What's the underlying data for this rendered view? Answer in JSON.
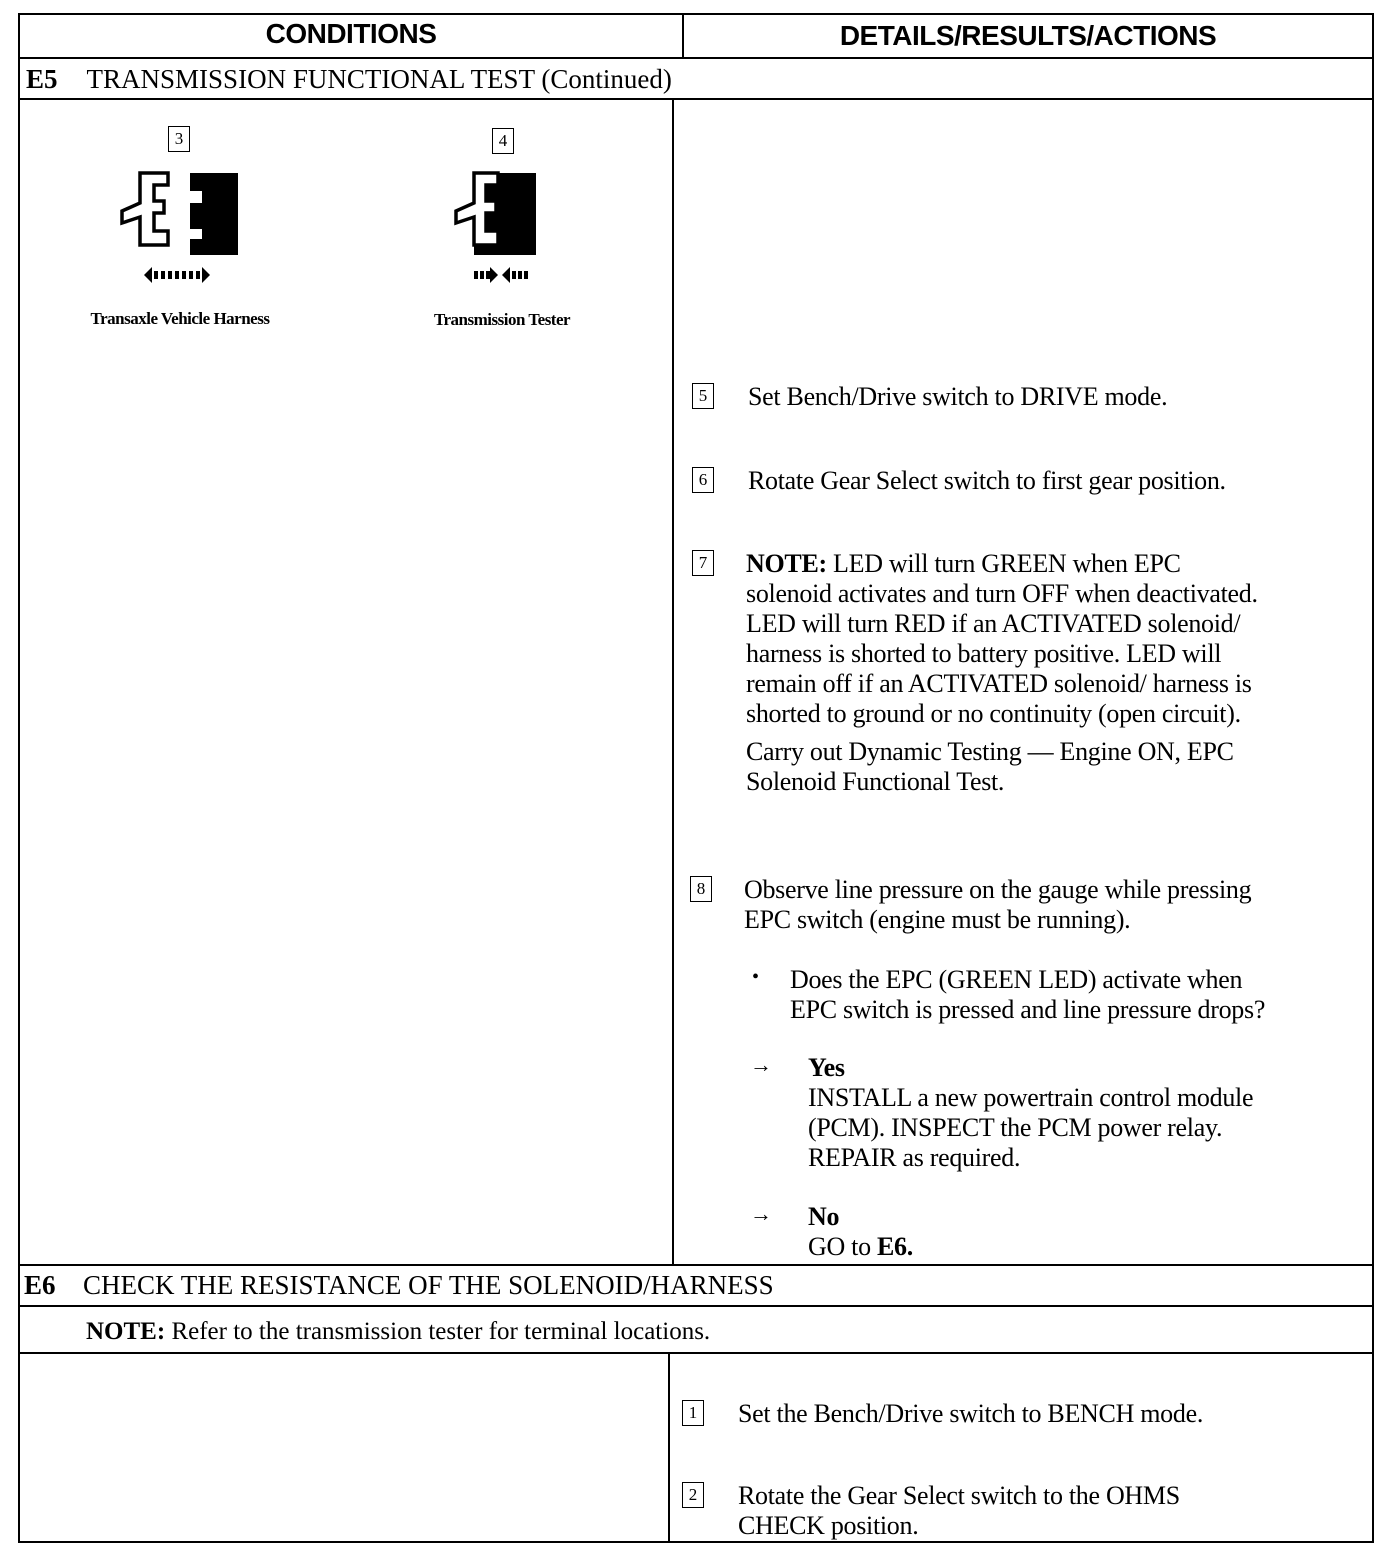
{
  "headers": {
    "conditions": "CONDITIONS",
    "details": "DETAILS/RESULTS/ACTIONS"
  },
  "e5": {
    "code": "E5",
    "title": "TRANSMISSION FUNCTIONAL TEST (Continued)",
    "figures": [
      {
        "number": "3",
        "caption": "Transaxle Vehicle Harness",
        "icon": "connector-disconnected-icon"
      },
      {
        "number": "4",
        "caption": "Transmission Tester",
        "icon": "connector-connected-icon"
      }
    ],
    "steps": [
      {
        "number": "5",
        "text": "Set Bench/Drive switch to DRIVE mode."
      },
      {
        "number": "6",
        "text": "Rotate Gear Select switch to first gear position."
      },
      {
        "number": "7",
        "note_label": "NOTE:",
        "lines": [
          " LED will turn GREEN when EPC",
          "solenoid activates and turn OFF when deactivated.",
          "LED will turn RED if an ACTIVATED solenoid/",
          "harness is shorted to battery positive. LED will",
          "remain off if an ACTIVATED solenoid/ harness is",
          "shorted to ground or no continuity (open circuit)."
        ],
        "extra_lines": [
          "Carry out Dynamic Testing — Engine ON, EPC",
          "Solenoid Functional Test."
        ]
      },
      {
        "number": "8",
        "lines": [
          "Observe line pressure on the gauge while pressing",
          "EPC switch (engine must be running)."
        ],
        "bullet": "•",
        "question_lines": [
          "Does the EPC (GREEN LED) activate when",
          "EPC switch is pressed and line pressure drops?"
        ],
        "arrow": "→",
        "yes_label": "Yes",
        "yes_lines": [
          "INSTALL a new powertrain control module",
          "(PCM). INSPECT the PCM power relay.",
          "REPAIR as required."
        ],
        "no_label": "No",
        "no_text": "GO to ",
        "no_target": "E6."
      }
    ]
  },
  "e6": {
    "code": "E6",
    "title": "CHECK THE RESISTANCE OF THE SOLENOID/HARNESS",
    "note_label": "NOTE:",
    "note_text": " Refer to the transmission tester for terminal locations.",
    "steps": [
      {
        "number": "1",
        "lines": [
          "Set the Bench/Drive switch to BENCH mode."
        ]
      },
      {
        "number": "2",
        "lines": [
          "Rotate the Gear Select switch to the OHMS",
          "CHECK position."
        ]
      }
    ]
  }
}
